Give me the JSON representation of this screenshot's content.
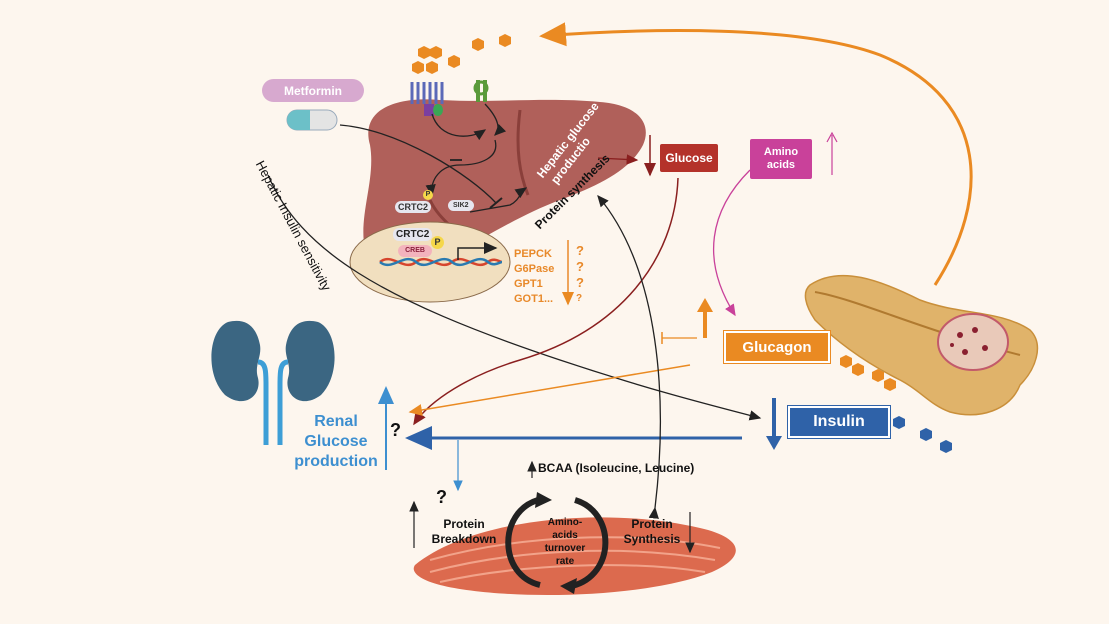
{
  "drugs": {
    "metformin": "Metformin"
  },
  "liver": {
    "crtc2_cytoplasm": "CRTC2",
    "p_small": "P",
    "sik2": "SIK2",
    "crtc2_nucleus": "CRTC2",
    "p_nucleus": "P",
    "creb": "CREB",
    "hepatic_glucose": "Hepatic glucose",
    "productio": "productio",
    "protein_synthesis": "Protein synthesis"
  },
  "genes": [
    "PEPCK",
    "G6Pase",
    "GPT1",
    "GOT1..."
  ],
  "gene_questions": [
    "?",
    "?",
    "?",
    "?"
  ],
  "outputs": {
    "glucose": "Glucose",
    "amino_acids": "Amino acids"
  },
  "hormones": {
    "glucagon": "Glucagon",
    "insulin": "Insulin"
  },
  "hepatic_insulin_sensitivity": "Hepatic Insulin sensitivity",
  "kidney": {
    "renal_line1": "Renal",
    "renal_line2": "Glucose",
    "renal_line3": "production",
    "question": "?"
  },
  "muscle": {
    "bcaa": "BCAA (Isoleucine, Leucine)",
    "breakdown": "Protein Breakdown",
    "synthesis": "Protein Synthesis",
    "turnover": "Amino-acids turnover rate",
    "question": "?"
  },
  "colors": {
    "background": "#fdf6ee",
    "liver": "#b0605a",
    "glucagon": "#ea8a22",
    "insulin": "#2f62a8",
    "glucose": "#b4322a",
    "amino_acids": "#c9419a",
    "kidney": "#3b6682",
    "renal_text": "#3d8fd0",
    "muscle": "#dc6a4e",
    "pancreas": "#e0b36a"
  }
}
